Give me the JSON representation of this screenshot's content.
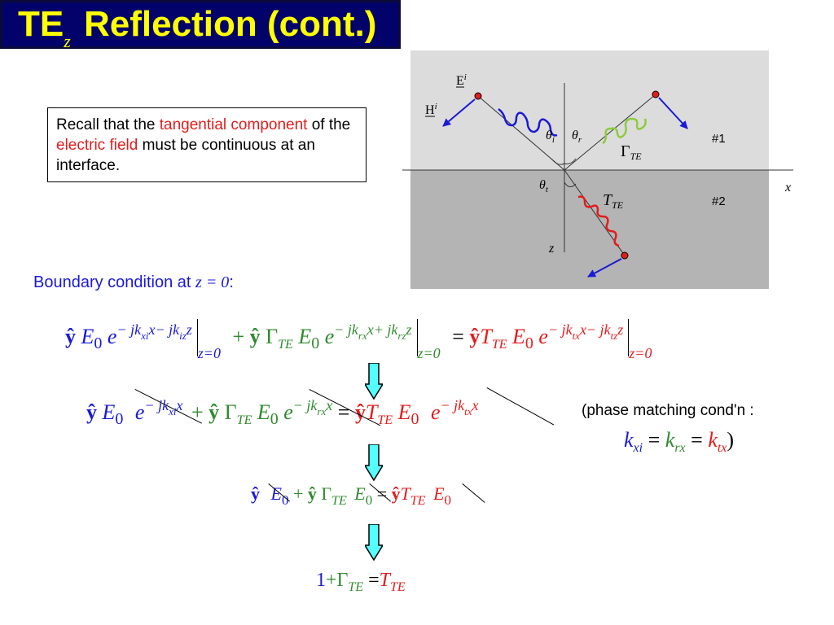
{
  "title": {
    "main": "TE",
    "sub": "z",
    "rest": " Reflection (cont.)"
  },
  "recall_box": {
    "part1": "Recall that the ",
    "part2": "tangential component",
    "part3": " of the ",
    "part4": "electric field",
    "part5": " must be continuous at an interface."
  },
  "diagram": {
    "label_Ei": "E",
    "label_Ei_sup": "i",
    "label_Hi": "H",
    "label_Hi_sup": "i",
    "theta_i": "θ",
    "theta_i_sub": "i",
    "theta_r": "θ",
    "theta_r_sub": "r",
    "theta_t": "θ",
    "theta_t_sub": "t",
    "gamma": "Γ",
    "gamma_sub": "TE",
    "tau": "T",
    "tau_sub": "TE",
    "region1": "#1",
    "region2": "#2",
    "axis_x": "x",
    "axis_z": "z",
    "colors": {
      "upper": "#dcdcdc",
      "lower": "#b4b4b4",
      "incident": "#1a1ad6",
      "reflected": "#8ccc3c",
      "transmitted": "#e31c1c"
    }
  },
  "boundary": {
    "text": "Boundary condition at ",
    "math": "z = 0",
    "colon": ":"
  },
  "eq1": {
    "yhat": "ŷ",
    "E": "E",
    "zero": "0",
    "e": "e",
    "exp_i": "− jk",
    "exp_i_s1": "xi",
    "exp_i_x": "x− jk",
    "exp_i_s2": "iz",
    "exp_i_z": "z",
    "bar_sub": "z=0",
    "plus": "+",
    "gamma": "Γ",
    "TE": "TE",
    "exp_r": "− jk",
    "exp_r_s1": "rx",
    "exp_r_x": "x+ jk",
    "exp_r_s2": "rz",
    "exp_r_z": "z",
    "eq": "=",
    "T": "T",
    "exp_t": "− jk",
    "exp_t_s1": "tx",
    "exp_t_x": "x− jk",
    "exp_t_s2": "tz",
    "exp_t_z": "z"
  },
  "eq2": {
    "exp_i_end": "x",
    "exp_t_end": "x"
  },
  "phase": {
    "text": "(phase matching cond'n :",
    "k": "k",
    "xi": "xi",
    "rx": "rx",
    "tx": "tx",
    "eq": "=",
    "close": ")"
  },
  "final": {
    "one": "1",
    "plus": "+",
    "gamma": "Γ",
    "TE": "TE",
    "eq": "=",
    "T": "T"
  }
}
